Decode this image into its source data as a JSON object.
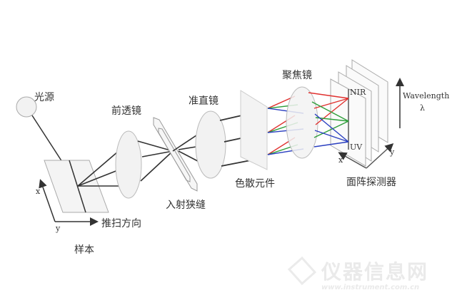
{
  "labels": {
    "light_source": "光源",
    "front_lens": "前透镜",
    "collimator": "准直镜",
    "focusing_lens": "聚焦镜",
    "entrance_slit": "入射狭缝",
    "dispersive_element": "色散元件",
    "area_detector": "面阵探测器",
    "scan_direction": "推扫方向",
    "sample": "样本",
    "nir": "NIR",
    "uv": "UV",
    "wavelength": "Wavelength",
    "lambda": "λ",
    "axis_x": "x",
    "axis_y": "y",
    "det_axis_x": "x",
    "det_axis_y": "y"
  },
  "watermark": {
    "title": "仪器信息网",
    "url": "www.instrument.com.cn"
  },
  "colors": {
    "red": "#e0302e",
    "green": "#2e9e3a",
    "blue": "#2a3fc0",
    "line": "#333333"
  }
}
